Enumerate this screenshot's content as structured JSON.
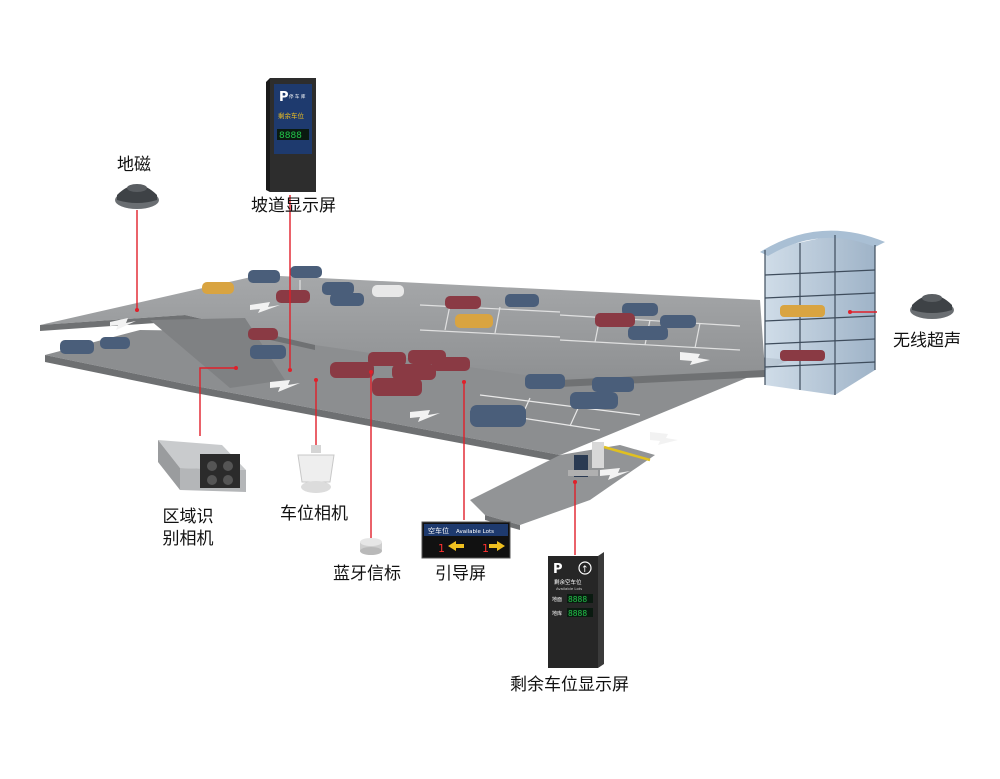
{
  "labels": {
    "geomagnetic": "地磁",
    "ramp_display": "坡道显示屏",
    "wireless_ultrasonic": "无线超声",
    "lpr_camera_line1": "区域识",
    "lpr_camera_line2": "别相机",
    "space_camera": "车位相机",
    "bluetooth_beacon": "蓝牙信标",
    "guide_screen": "引导屏",
    "remaining_display": "剩余车位显示屏"
  },
  "ramp_screen": {
    "p_letter": "P",
    "header": "停 车 库",
    "remaining_text": "剩余车位",
    "digits": "8888"
  },
  "guide_screen_panel": {
    "cn_title": "空车位",
    "en_title": "Available Lots",
    "left_count": "1",
    "right_count": "1"
  },
  "remaining_screen": {
    "p_letter": "P",
    "arrow": "↑",
    "title": "剩余空车位",
    "subtitle": "Available Lots",
    "row1_label": "地面",
    "row1_digits": "8888",
    "row2_label": "地库",
    "row2_digits": "8888"
  },
  "colors": {
    "leader_line": "#e0202a",
    "deck": "#9a9c9e",
    "led_green": "#22c84a",
    "led_yellow": "#f0c020"
  }
}
